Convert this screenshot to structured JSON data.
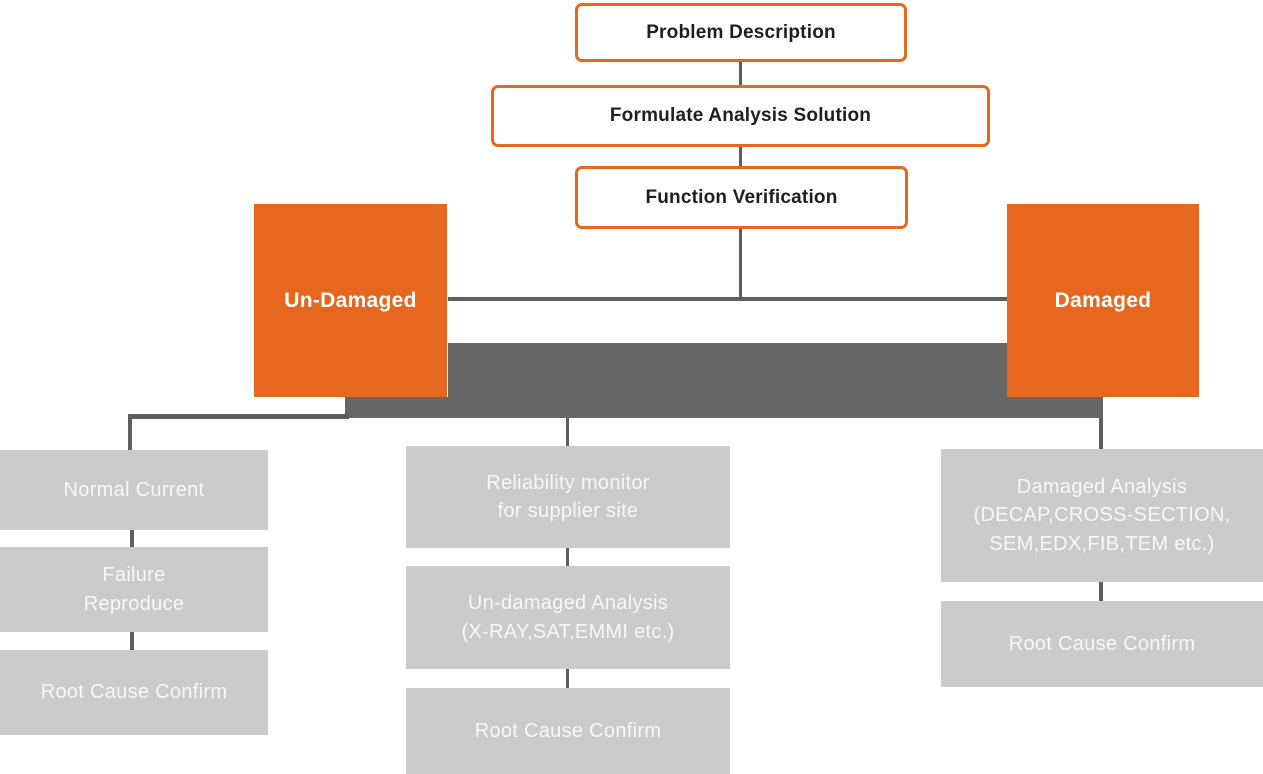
{
  "diagram": {
    "type": "flowchart",
    "topic": "failure-analysis-process",
    "top_steps": [
      {
        "label": "Problem Description"
      },
      {
        "label": "Formulate Analysis Solution"
      },
      {
        "label": "Function Verification"
      }
    ],
    "branches": {
      "left": {
        "label": "Un-Damaged"
      },
      "right": {
        "label": "Damaged"
      }
    },
    "columns": {
      "left": {
        "boxes": [
          {
            "lines": [
              "Normal Current"
            ]
          },
          {
            "lines": [
              "Failure",
              "Reproduce"
            ]
          },
          {
            "lines": [
              "Root Cause Confirm"
            ]
          }
        ]
      },
      "middle": {
        "boxes": [
          {
            "lines": [
              "Reliability monitor",
              "for supplier site"
            ]
          },
          {
            "lines": [
              "Un-damaged Analysis",
              "(X-RAY,SAT,EMMI etc.)"
            ]
          },
          {
            "lines": [
              "Root Cause Confirm"
            ]
          }
        ]
      },
      "right": {
        "boxes": [
          {
            "lines": [
              "Damaged Analysis",
              "(DECAP,CROSS-SECTION,",
              "SEM,EDX,FIB,TEM etc.)"
            ]
          },
          {
            "lines": [
              "Root Cause Confirm"
            ]
          }
        ]
      }
    },
    "colors": {
      "accent_orange": "#E8671E",
      "merge_bar_gray": "#666666",
      "node_gray": "#CBCBCB",
      "connector_gray": "#5E5E5E",
      "step_text": "#1E1E1E",
      "node_text": "#F7F7F7"
    }
  }
}
